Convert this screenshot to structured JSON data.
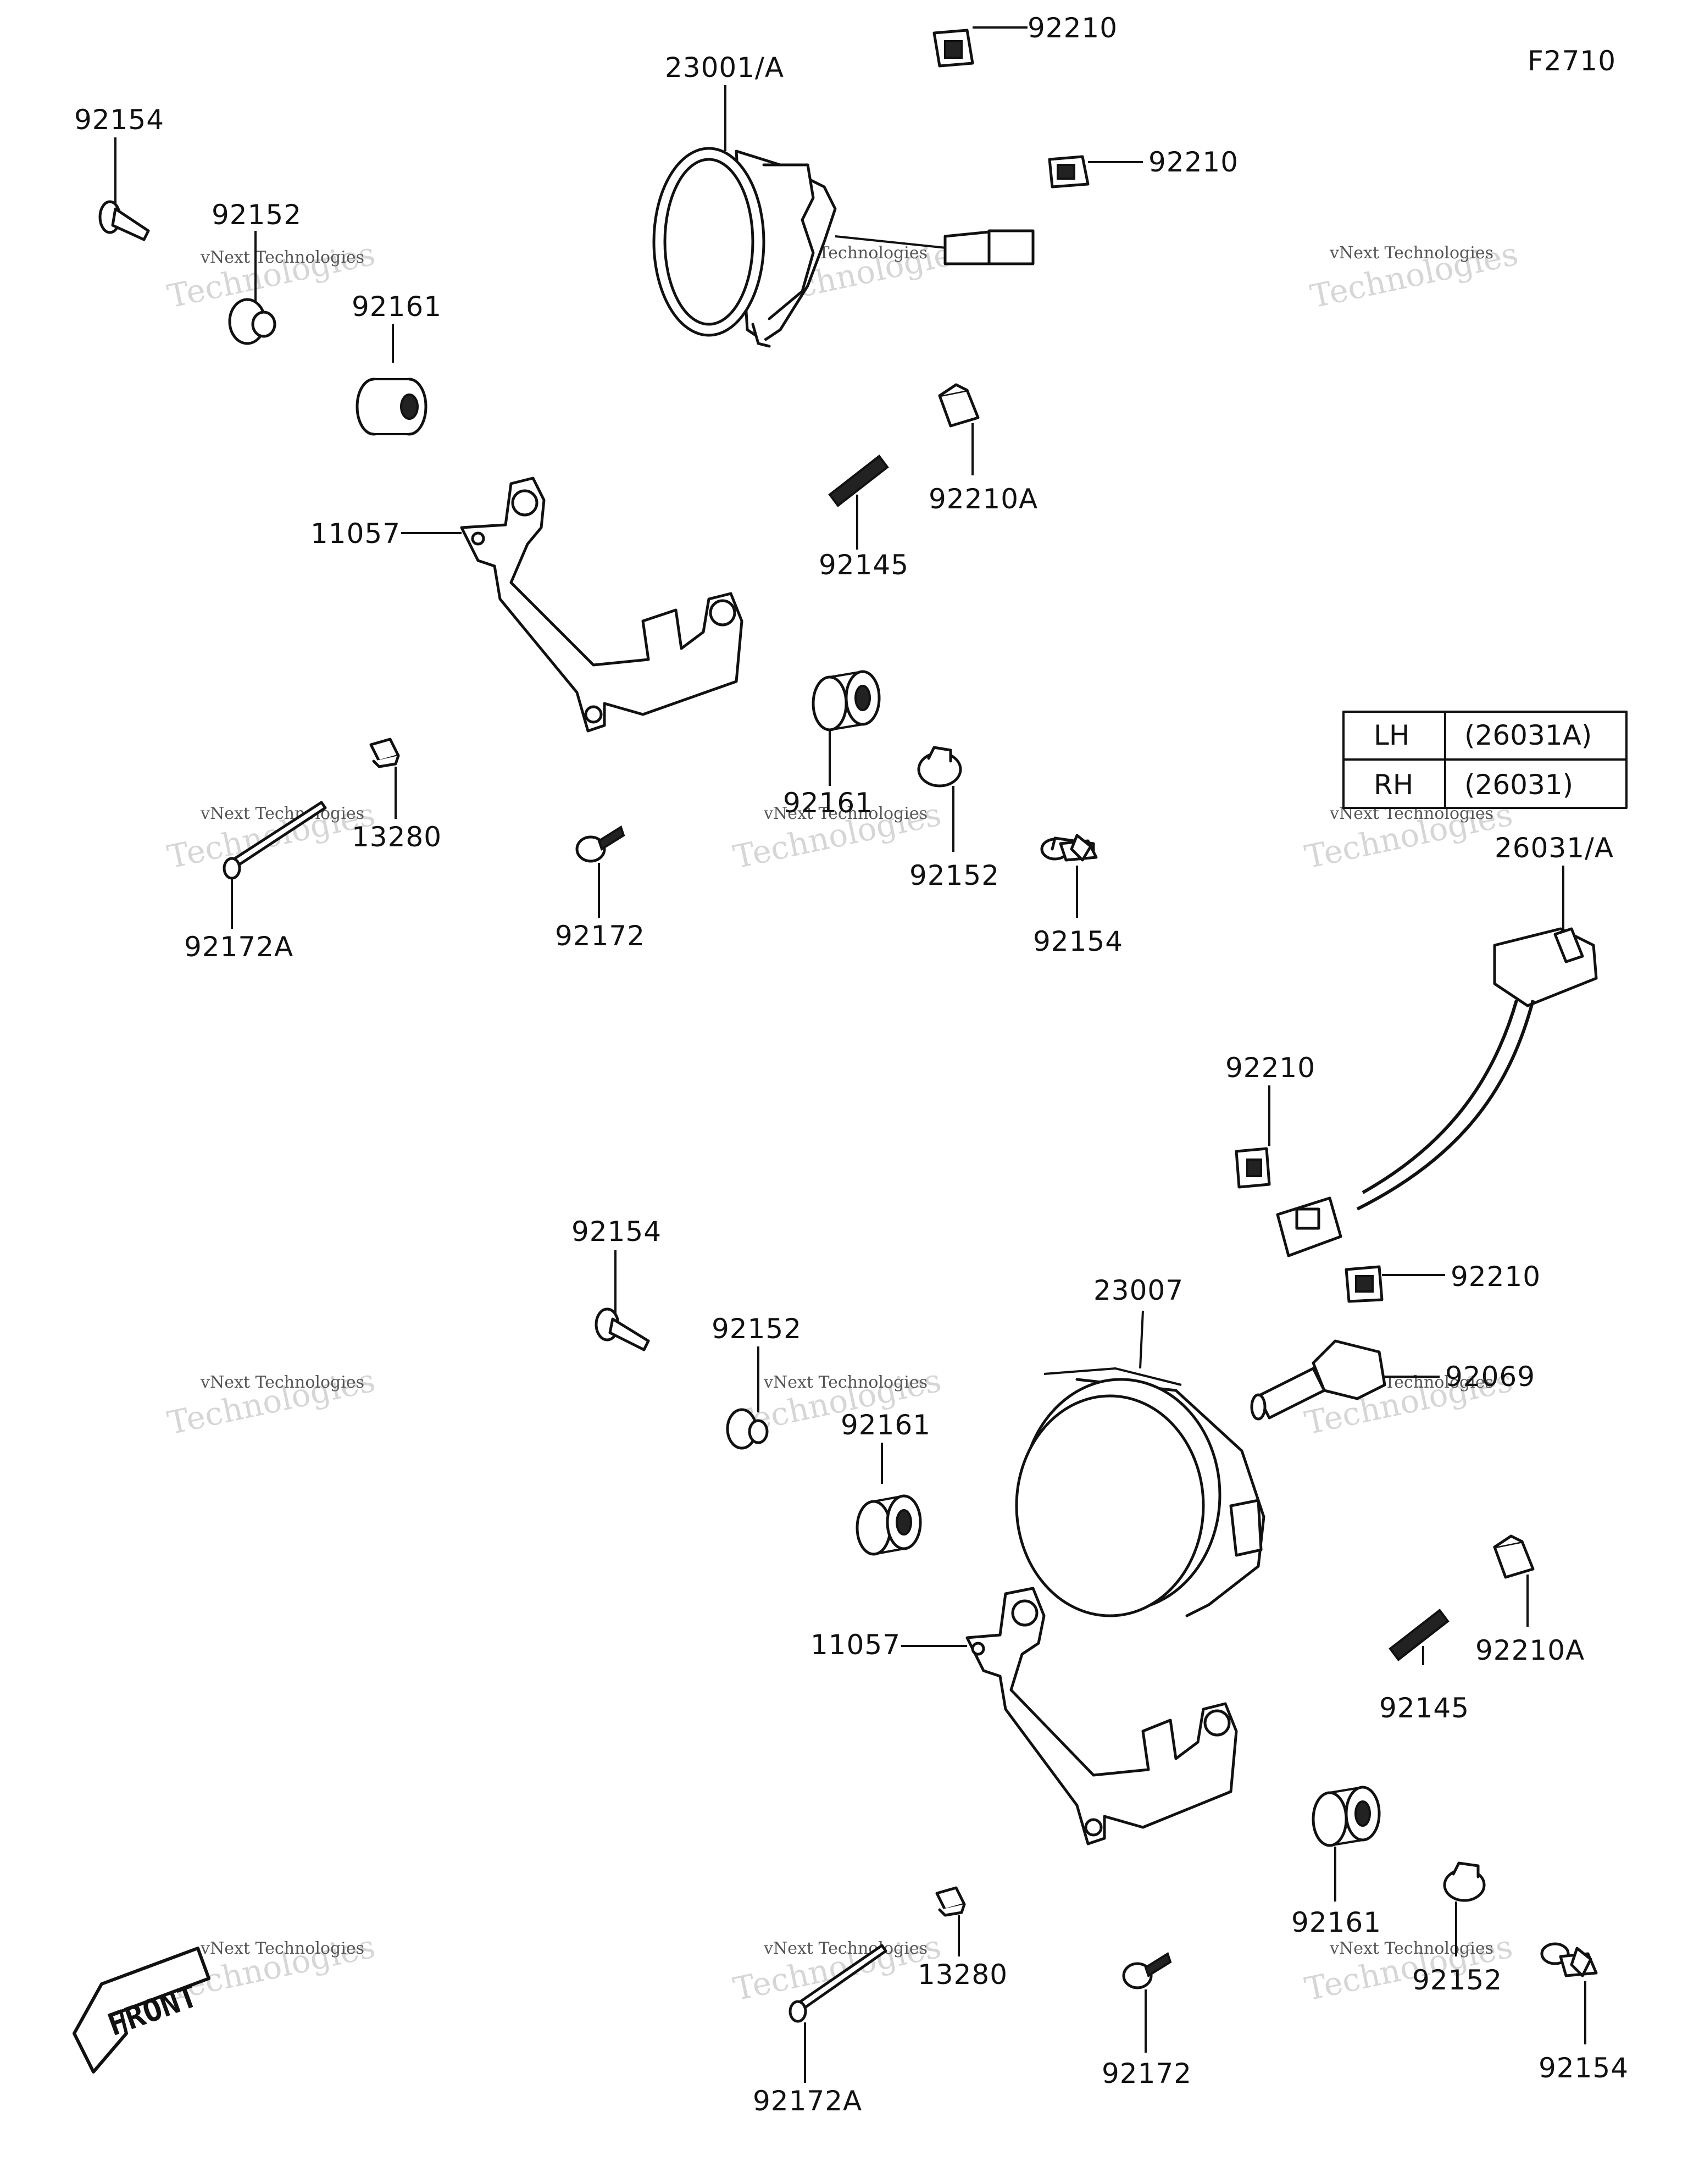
{
  "figure_code": "F2710",
  "watermark": {
    "line1": "vNext Technologies",
    "line2": "Technologies",
    "line3": "vNext"
  },
  "labels": {
    "top_lamp": "23001/A",
    "top_clip_1": "92210",
    "top_clip_2": "92210",
    "top_bolt": "92154",
    "top_collar": "92152",
    "top_grommet": "92161",
    "top_bracket": "11057",
    "top_spring": "92145",
    "top_nut": "92210A",
    "top_mid_grommet": "92161",
    "top_mid_collar": "92152",
    "top_mid_bolt": "92154",
    "top_screw": "92172",
    "top_long_screw": "92172A",
    "top_clamp": "13280",
    "harness": "26031/A",
    "harness_clip": "92210",
    "bottom_lamp": "23007",
    "bottom_clip": "92210",
    "bulb": "92069",
    "bottom_bolt": "92154",
    "bottom_collar": "92152",
    "bottom_grommet": "92161",
    "bottom_bracket": "11057",
    "bottom_nut": "92210A",
    "bottom_spring": "92145",
    "bottom_r_grommet": "92161",
    "bottom_r_collar": "92152",
    "bottom_r_bolt": "92154",
    "bottom_screw": "92172",
    "bottom_long_screw": "92172A",
    "bottom_clamp": "13280"
  },
  "variant_table": {
    "rows": [
      {
        "side": "LH",
        "part": "(26031A)"
      },
      {
        "side": "RH",
        "part": "(26031)"
      }
    ]
  },
  "front_badge": "FRONT"
}
